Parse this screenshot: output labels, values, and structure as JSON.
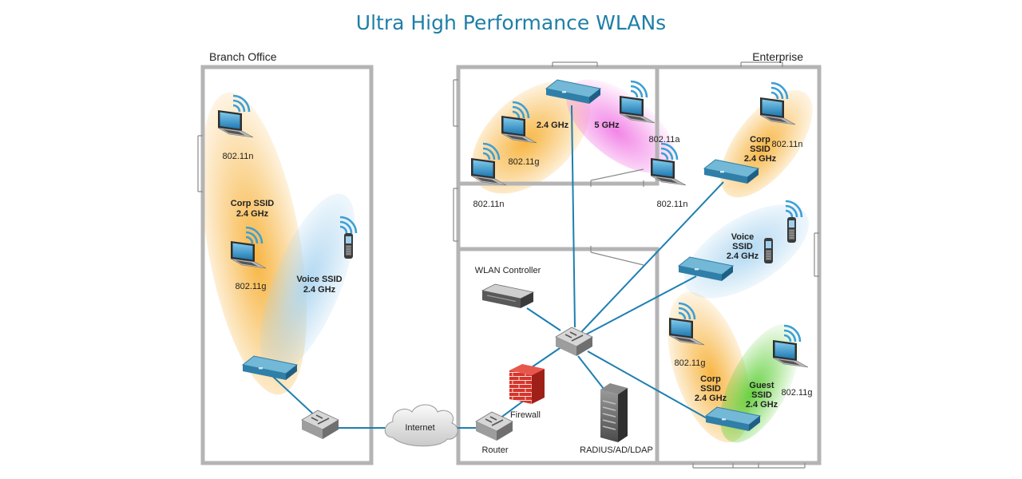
{
  "title": "Ultra High Performance WLANs",
  "colors": {
    "title": "#1f7fa6",
    "wall": "#b4b4b4",
    "link": "#1d7fb0",
    "ap_top": "#73b8d6",
    "ap_side": "#2f7fa8",
    "zone_orange": "#f7b23a",
    "zone_blue": "#a9d4f0",
    "zone_pink": "#f06fe2",
    "zone_green": "#5fcf38",
    "wifi": "#3d9fd6"
  },
  "areas": {
    "branch": "Branch Office",
    "enterprise": "Enterprise"
  },
  "branch": {
    "laptop1": "802.11n",
    "laptop2": "802.11g",
    "corp_zone": [
      "Corp SSID",
      "2.4 GHz"
    ],
    "voice_zone": [
      "Voice SSID",
      "2.4 GHz"
    ]
  },
  "top_room": {
    "band_24": "2.4 GHz",
    "band_5": "5 GHz",
    "laptop_g": "802.11g",
    "laptop_n_left": "802.11n",
    "laptop_a": "802.11a",
    "laptop_n_right": "802.11n"
  },
  "enterprise": {
    "laptop_n": "802.11n",
    "corp_zone_top": [
      "Corp",
      "SSID",
      "2.4 GHz"
    ],
    "voice_zone": [
      "Voice",
      "SSID",
      "2.4 GHz"
    ],
    "laptop_g_left": "802.11g",
    "laptop_g_right": "802.11g",
    "corp_zone_bottom": [
      "Corp",
      "SSID",
      "2.4 GHz"
    ],
    "guest_zone": [
      "Guest",
      "SSID",
      "2.4 GHz"
    ]
  },
  "core": {
    "wlan_controller": "WLAN Controller",
    "firewall": "Firewall",
    "router": "Router",
    "internet": "Internet",
    "radius": "RADIUS/AD/LDAP"
  }
}
